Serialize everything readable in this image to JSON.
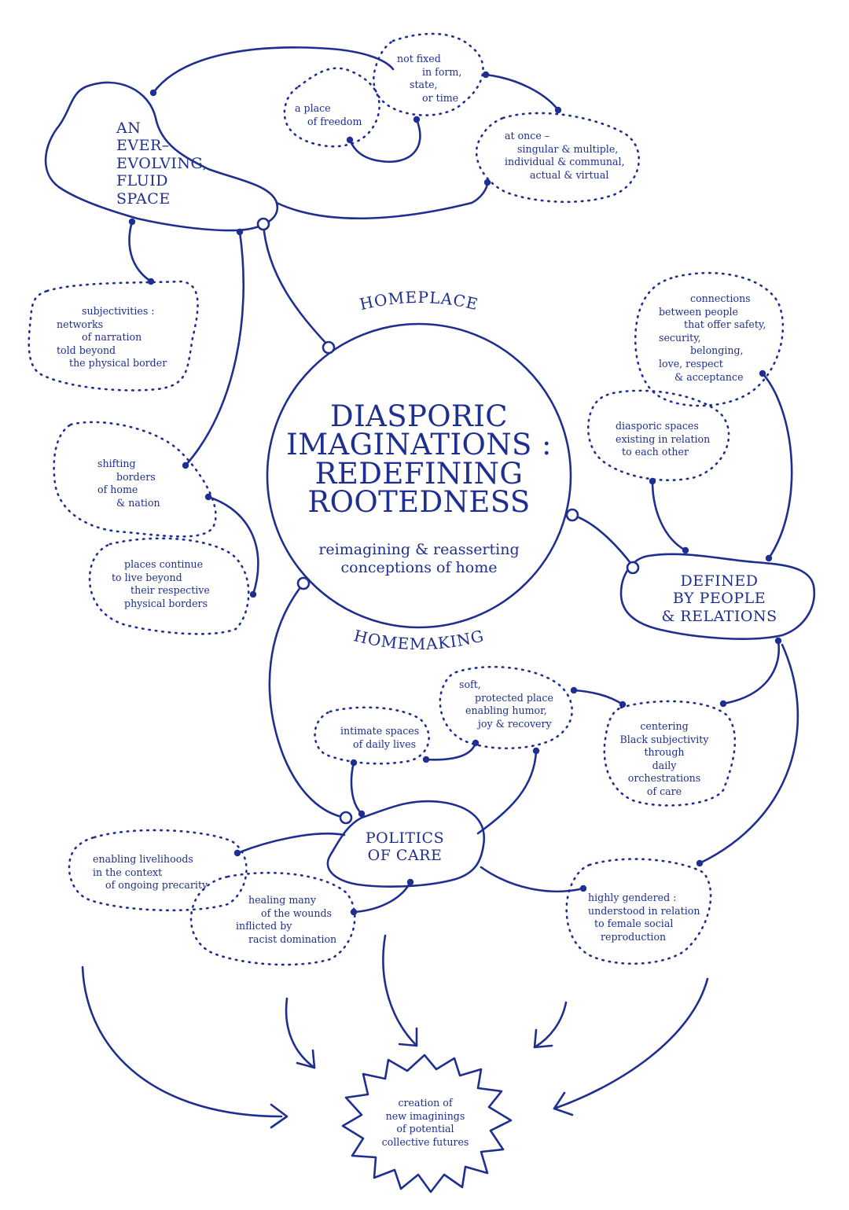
{
  "center": {
    "title": "DIASPORIC\nIMAGINATIONS :\nREDEFINING\nROOTEDNESS",
    "subtitle": "reimagining & reasserting\nconceptions of home",
    "arc_top": "HOMEPLACE",
    "arc_bottom": "HOMEMAKING"
  },
  "hubs": {
    "fluid_space": "AN\nEVER–\nEVOLVING,\nFLUID\nSPACE",
    "people_relations": "DEFINED\nBY PEOPLE\n& RELATIONS",
    "politics_care": "POLITICS\nOF CARE"
  },
  "notes": {
    "not_fixed": "not fixed\n        in form,\n    state,\n        or time",
    "place_freedom": "a place\n    of freedom",
    "at_once": "at once –\n    singular & multiple,\nindividual & communal,\n        actual & virtual",
    "subjectivities": "        subjectivities :\nnetworks\n        of narration\ntold beyond\n    the physical border",
    "shifting_borders": "shifting\n      borders\nof home\n      & nation",
    "places_continue": "    places continue\nto live beyond\n      their respective\n    physical borders",
    "connections": "          connections\nbetween people\n        that offer safety,\nsecurity,\n          belonging,\nlove, respect\n     & acceptance",
    "diasporic_spaces": "diasporic spaces\nexisting in relation\n  to each other",
    "intimate_spaces": "intimate spaces\n    of daily lives",
    "soft_place": "soft,\n     protected place\n  enabling humor,\n      joy & recovery",
    "centering": "centering\nBlack subjectivity\nthrough\ndaily\norchestrations\nof care",
    "livelihoods": "enabling livelihoods\nin the context\n    of ongoing precarity",
    "healing": "    healing many\n        of the wounds\ninflicted by\n    racist domination",
    "gendered": "highly gendered :\nunderstood in relation\n  to female social\n    reproduction",
    "creation": "creation of\nnew imaginings\nof potential\ncollective futures"
  }
}
